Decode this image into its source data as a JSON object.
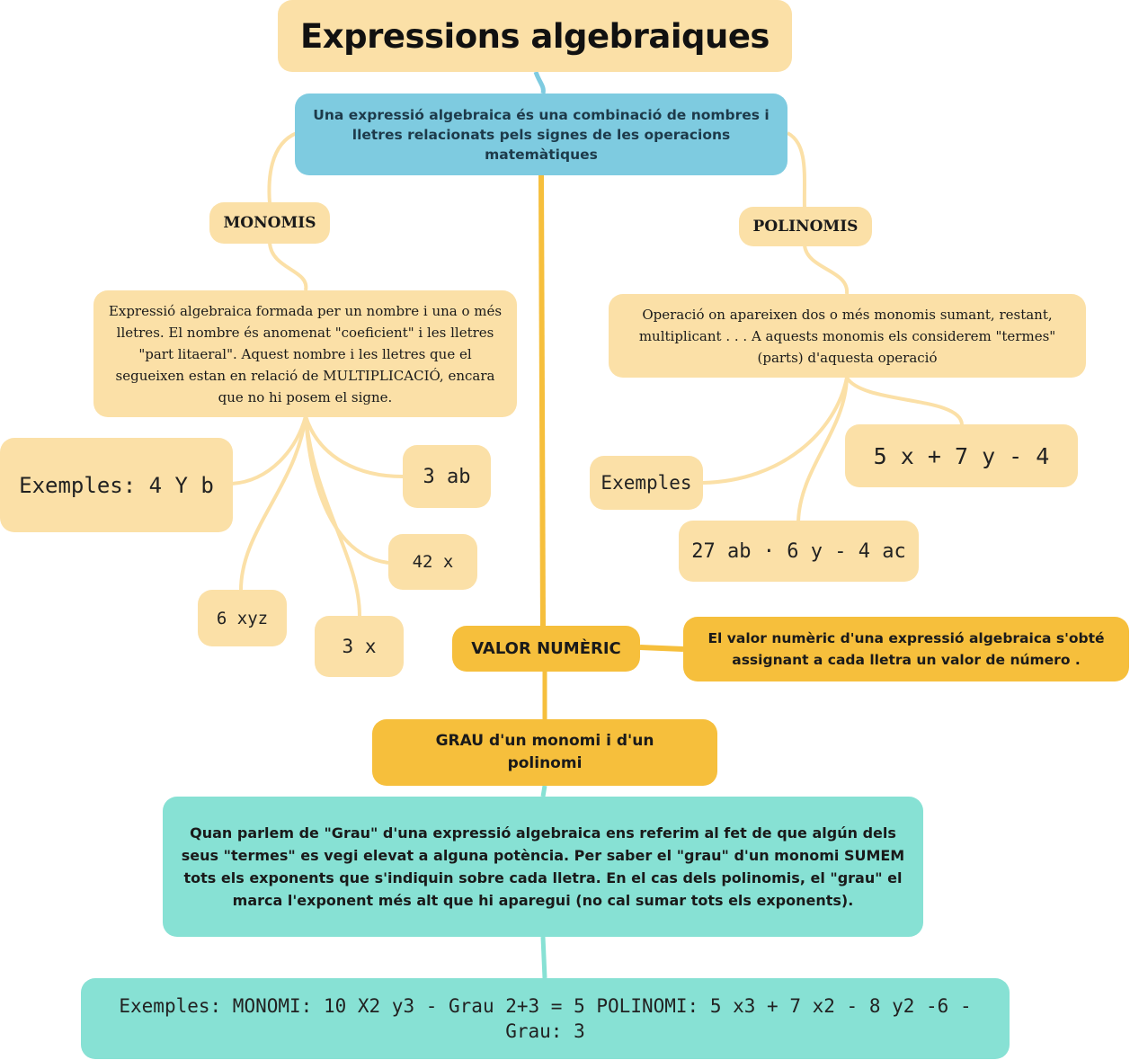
{
  "title": "Expressions algebraiques",
  "definition": "Una expressió algebraica és una combinació de nombres i lletres relacionats pels signes de les operacions matemàtiques",
  "monomis": {
    "label": "MONOMIS",
    "description": "Expressió algebraica formada per un nombre i una o més lletres. El nombre és anomenat \"coeficient\" i les lletres \"part litaeral\". Aquest nombre i les lletres que el segueixen estan en relació de MULTIPLICACIÓ, encara que no hi posem el signe.",
    "examples_label": "Exemples: 4 Y b",
    "examples": [
      "3 ab",
      "42 x",
      "6 xyz",
      "3 x"
    ]
  },
  "polinomis": {
    "label": "POLINOMIS",
    "description": "Operació on apareixen dos o més monomis sumant, restant, multiplicant . . . A aquests monomis els considerem \"termes\" (parts) d'aquesta operació",
    "examples_label": "Exemples",
    "examples": [
      "5 x + 7 y - 4",
      "27 ab · 6 y - 4 ac"
    ]
  },
  "valor_numeric": {
    "label": "VALOR NUMÈRIC",
    "description": "El valor numèric d'una expressió algebraica s'obté assignant a cada lletra un valor de número ."
  },
  "grau": {
    "label": "GRAU d'un monomi i d'un polinomi",
    "description": "Quan parlem de \"Grau\" d'una expressió algebraica ens referim al fet de que algún dels seus \"termes\" es vegi elevat a alguna potència. Per saber el \"grau\" d'un monomi SUMEM tots els exponents que s'indiquin sobre cada lletra. En el cas dels polinomis, el \"grau\" el marca l'exponent més alt que hi aparegui (no cal sumar tots els exponents).",
    "examples": "Exemples: MONOMI: 10 X2 y3 - Grau 2+3 = 5 POLINOMI: 5 x3 + 7 x2 - 8 y2 -6 - Grau: 3"
  },
  "colors": {
    "cream": "#fbe0a7",
    "blue": "#7ecbe0",
    "orange": "#f6bf3c",
    "teal": "#87e1d4",
    "connector_yellow": "#f6bf3c"
  }
}
